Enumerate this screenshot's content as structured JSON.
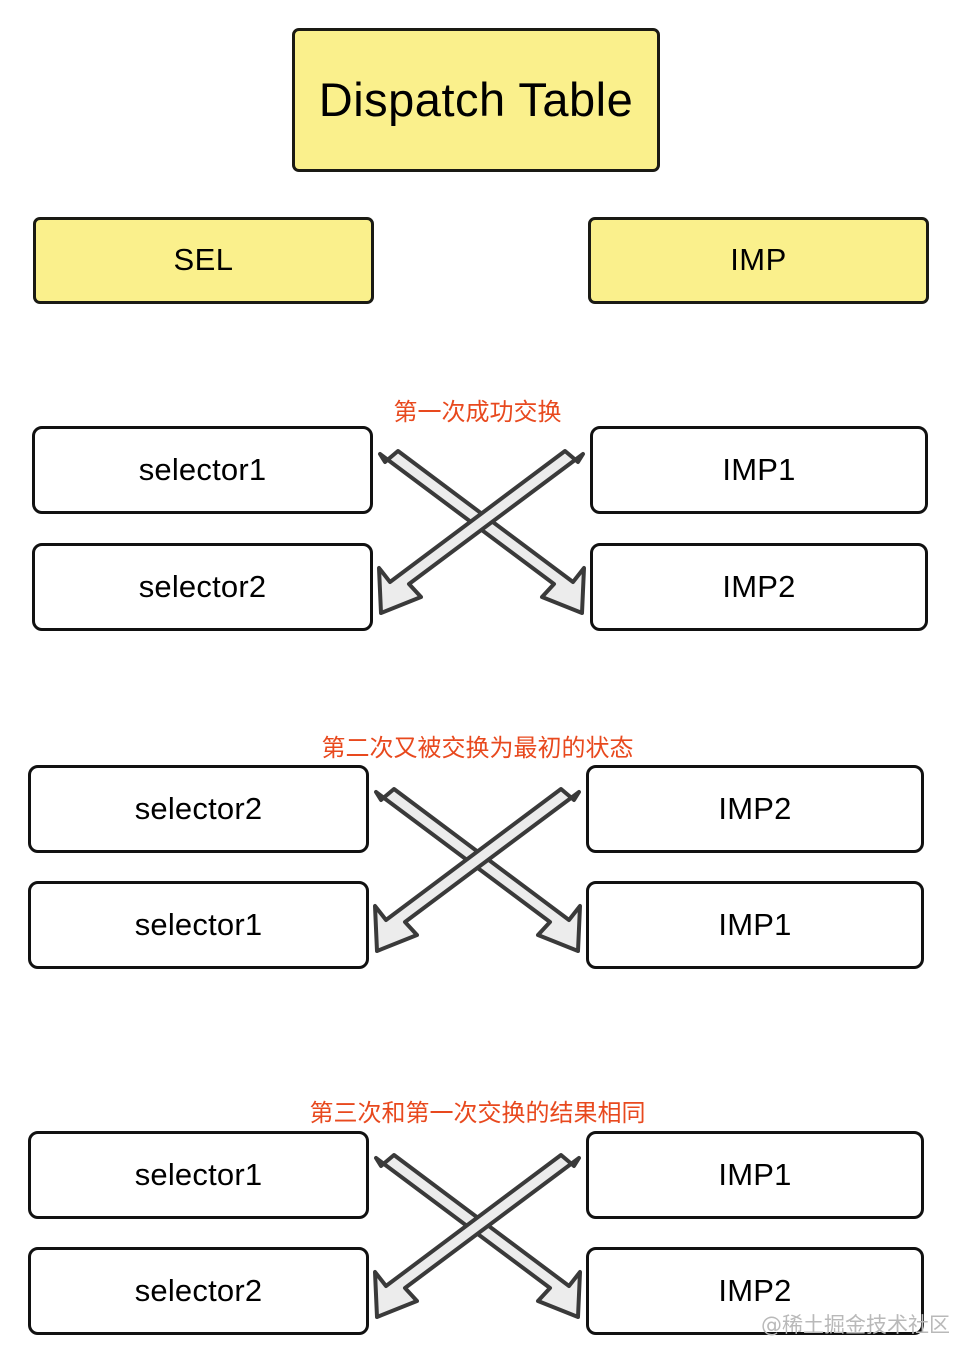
{
  "title": {
    "label": "Dispatch Table"
  },
  "columns": [
    {
      "label": "SEL"
    },
    {
      "label": "IMP"
    }
  ],
  "groups": [
    {
      "caption": "第一次成功交换",
      "left": [
        "selector1",
        "selector2"
      ],
      "right": [
        "IMP1",
        "IMP2"
      ]
    },
    {
      "caption": "第二次又被交换为最初的状态",
      "left": [
        "selector2",
        "selector1"
      ],
      "right": [
        "IMP2",
        "IMP1"
      ]
    },
    {
      "caption": "第三次和第一次交换的结果相同",
      "left": [
        "selector1",
        "selector2"
      ],
      "right": [
        "IMP1",
        "IMP2"
      ]
    }
  ],
  "watermark": {
    "label": "@稀土掘金技术社区"
  },
  "colors": {
    "header_fill": "#faf08c",
    "header_stroke": "#1a1a14",
    "box_stroke": "#111111",
    "caption_text": "#e8491e",
    "arrow_fill": "#ececec",
    "arrow_stroke": "#3a3a3a",
    "watermark_text": "#b9b9b9",
    "background": "#ffffff"
  },
  "icons": {
    "swap_arrows": "crossing-swap-arrows-icon"
  }
}
